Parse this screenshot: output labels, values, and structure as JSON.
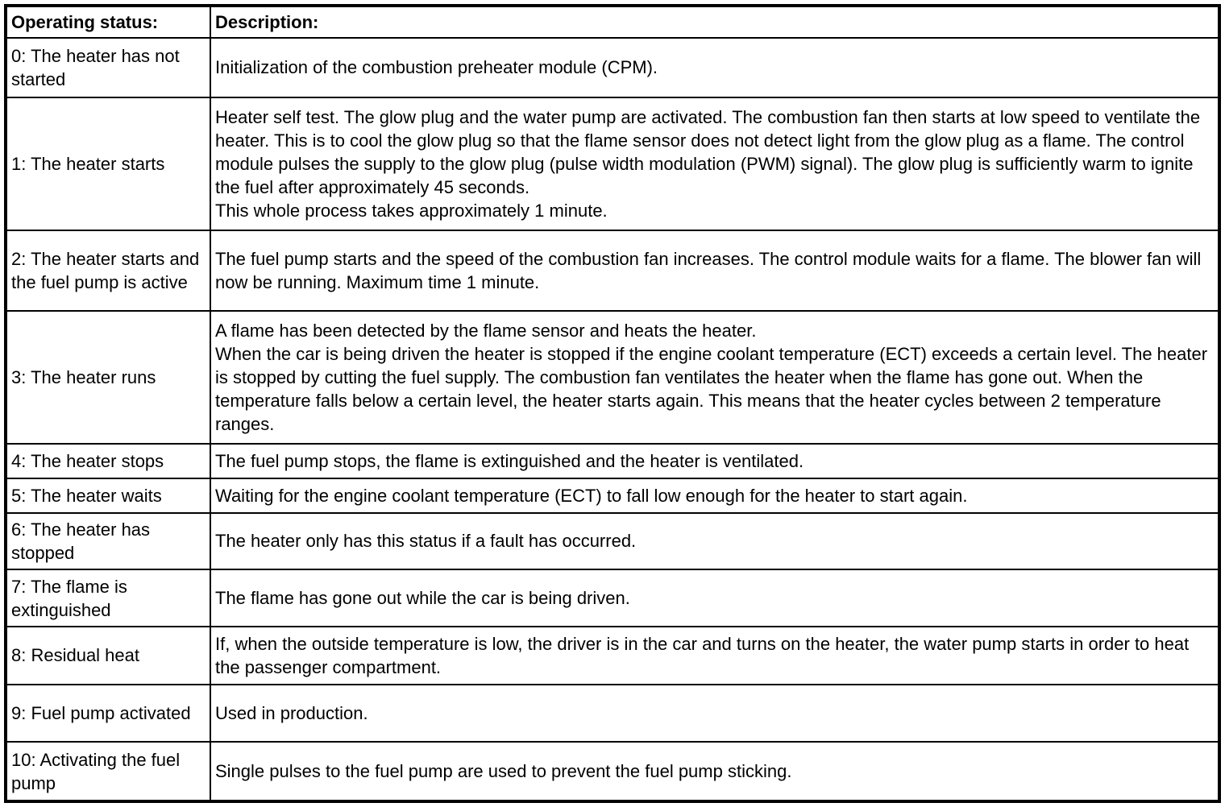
{
  "page": {
    "background_color": "#ffffff",
    "border_color": "#000000",
    "text_color": "#000000"
  },
  "table": {
    "columns": [
      "Operating status:",
      "Description:"
    ],
    "rows": [
      {
        "status": "0: The heater has not started",
        "description": "Initialization of the combustion preheater module (CPM)."
      },
      {
        "status": "1: The heater starts",
        "description": "Heater self test. The glow plug and the water pump are activated. The combustion fan then starts at low speed to ventilate the heater. This is to cool the glow plug so that the flame sensor does not detect light from the glow plug as a flame. The control module pulses the supply to the glow plug (pulse width modulation (PWM) signal). The glow plug is sufficiently warm to ignite the fuel after approximately 45 seconds.\nThis whole process takes approximately 1 minute."
      },
      {
        "status": "2: The heater starts and the fuel pump is active",
        "description": "The fuel pump starts and the speed of the combustion fan increases. The control module waits for a flame. The blower fan will now be running. Maximum time 1 minute."
      },
      {
        "status": "3: The heater runs",
        "description": "A flame has been detected by the flame sensor and heats the heater.\nWhen the car is being driven the heater is stopped if the engine coolant temperature (ECT) exceeds a certain level. The heater is stopped by cutting the fuel supply. The combustion fan ventilates the heater when the flame has gone out. When the temperature falls below a certain level, the heater starts again. This means that the heater cycles between 2 temperature ranges."
      },
      {
        "status": "4: The heater stops",
        "description": "The fuel pump stops, the flame is extinguished and the heater is ventilated."
      },
      {
        "status": "5: The heater waits",
        "description": "Waiting for the engine coolant temperature (ECT) to fall low enough for the heater to start again."
      },
      {
        "status": "6: The heater has stopped",
        "description": "The heater only has this status if a fault has occurred."
      },
      {
        "status": "7: The flame is extinguished",
        "description": "The flame has gone out while the car is being driven."
      },
      {
        "status": "8: Residual heat",
        "description": "If, when the outside temperature is low, the driver is in the car and turns on the heater, the water pump starts in order to heat the passenger compartment."
      },
      {
        "status": "9: Fuel pump activated",
        "description": "Used in production."
      },
      {
        "status": "10: Activating the fuel pump",
        "description": "Single pulses to the fuel pump are used to prevent the fuel pump sticking."
      }
    ]
  }
}
